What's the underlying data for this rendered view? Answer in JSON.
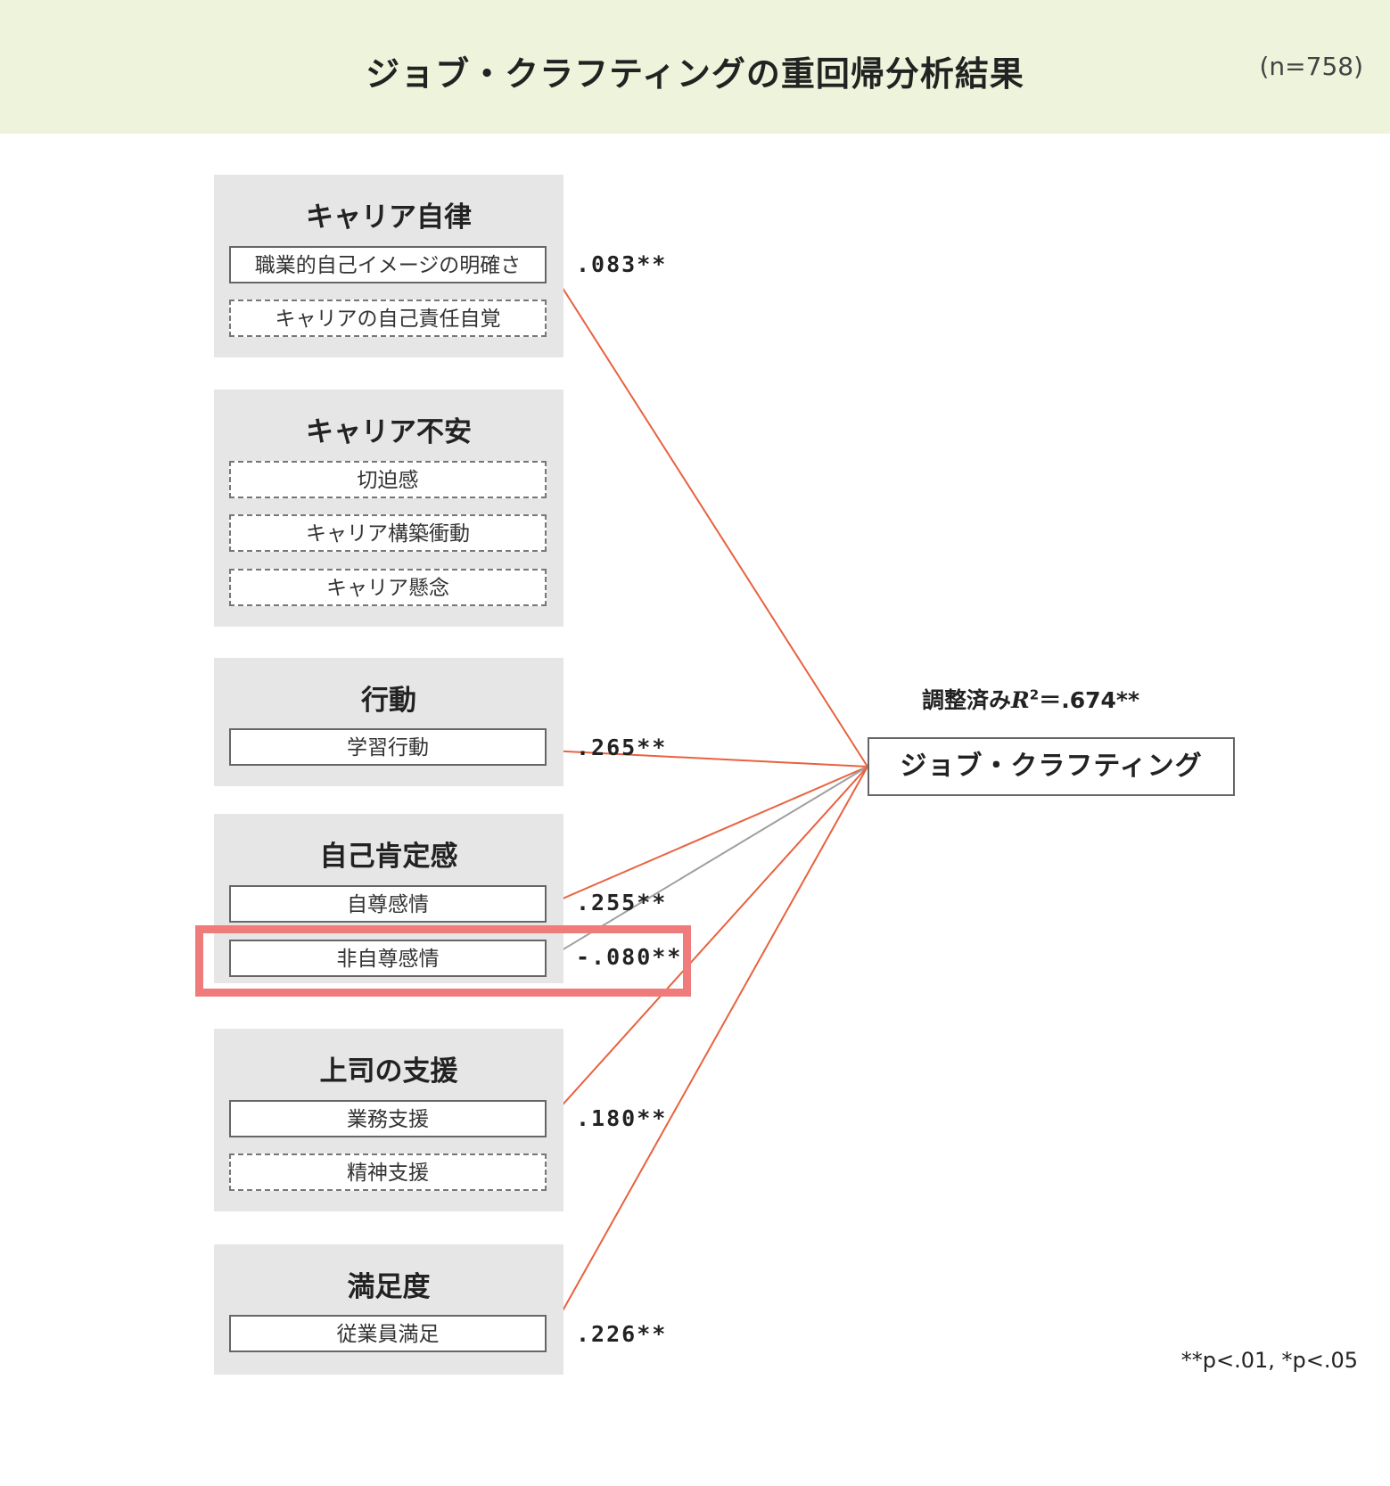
{
  "header": {
    "title": "ジョブ・クラフティングの重回帰分析結果",
    "sample": "(n=758)"
  },
  "groups": [
    {
      "title": "キャリア自律",
      "items": [
        {
          "label": "職業的自己イメージの明確さ",
          "significant": true,
          "coef": ".083**"
        },
        {
          "label": "キャリアの自己責任自覚",
          "significant": false
        }
      ]
    },
    {
      "title": "キャリア不安",
      "items": [
        {
          "label": "切迫感",
          "significant": false
        },
        {
          "label": "キャリア構築衝動",
          "significant": false
        },
        {
          "label": "キャリア懸念",
          "significant": false
        }
      ]
    },
    {
      "title": "行動",
      "items": [
        {
          "label": "学習行動",
          "significant": true,
          "coef": ".265**"
        }
      ]
    },
    {
      "title": "自己肯定感",
      "items": [
        {
          "label": "自尊感情",
          "significant": true,
          "coef": ".255**"
        },
        {
          "label": "非自尊感情",
          "significant": true,
          "coef": "-.080**",
          "negative": true,
          "highlighted": true
        }
      ]
    },
    {
      "title": "上司の支援",
      "items": [
        {
          "label": "業務支援",
          "significant": true,
          "coef": ".180**"
        },
        {
          "label": "精神支援",
          "significant": false
        }
      ]
    },
    {
      "title": "満足度",
      "items": [
        {
          "label": "従業員満足",
          "significant": true,
          "coef": ".226**"
        }
      ]
    }
  ],
  "outcome": {
    "label": "ジョブ・クラフティング",
    "r2_prefix": "調整済み",
    "r2_symbol": "R",
    "r2_exp": "2",
    "r2_value": "＝.674**"
  },
  "footnote": "**p<.01, *p<.05",
  "colors": {
    "header_bg": "#edf4db",
    "group_bg": "#e6e6e6",
    "positive_line": "#e8623f",
    "negative_line": "#a0a0a0",
    "highlight": "#ef7b7b"
  }
}
